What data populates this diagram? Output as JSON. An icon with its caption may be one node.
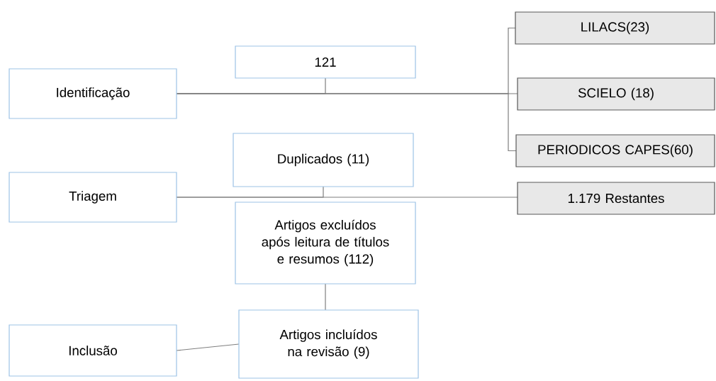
{
  "diagram": {
    "nodes": [
      {
        "text": [
          "Identificação"
        ]
      },
      {
        "text": [
          "121"
        ]
      },
      {
        "text": [
          "LILACS(23)"
        ]
      },
      {
        "text": [
          "SCIELO (18)"
        ]
      },
      {
        "text": [
          "PERIODICOS CAPES(60)"
        ]
      },
      {
        "text": [
          "Triagem"
        ]
      },
      {
        "text": [
          "Duplicados (11)"
        ]
      },
      {
        "text": [
          "Artigos excluídos após leitura de títulos e resumos (112)"
        ]
      },
      {
        "text": [
          "1.179 Restantes"
        ]
      },
      {
        "text": [
          "Inclusão"
        ]
      },
      {
        "text": [
          "Artigos incluídos na revisão (9)"
        ]
      }
    ],
    "edges": [
      {
        "from": 0,
        "to": 1,
        "arrow": "none"
      },
      {
        "from": 0,
        "to": 2,
        "arrow": "none"
      },
      {
        "from": 0,
        "to": 3,
        "arrow": "none"
      },
      {
        "from": 0,
        "to": 4,
        "arrow": "none"
      },
      {
        "from": 5,
        "to": 6,
        "arrow": "none"
      },
      {
        "from": 5,
        "to": 8,
        "arrow": "none"
      },
      {
        "from": 7,
        "to": 10,
        "arrow": "none"
      },
      {
        "from": 9,
        "to": 10,
        "arrow": "none"
      }
    ]
  }
}
